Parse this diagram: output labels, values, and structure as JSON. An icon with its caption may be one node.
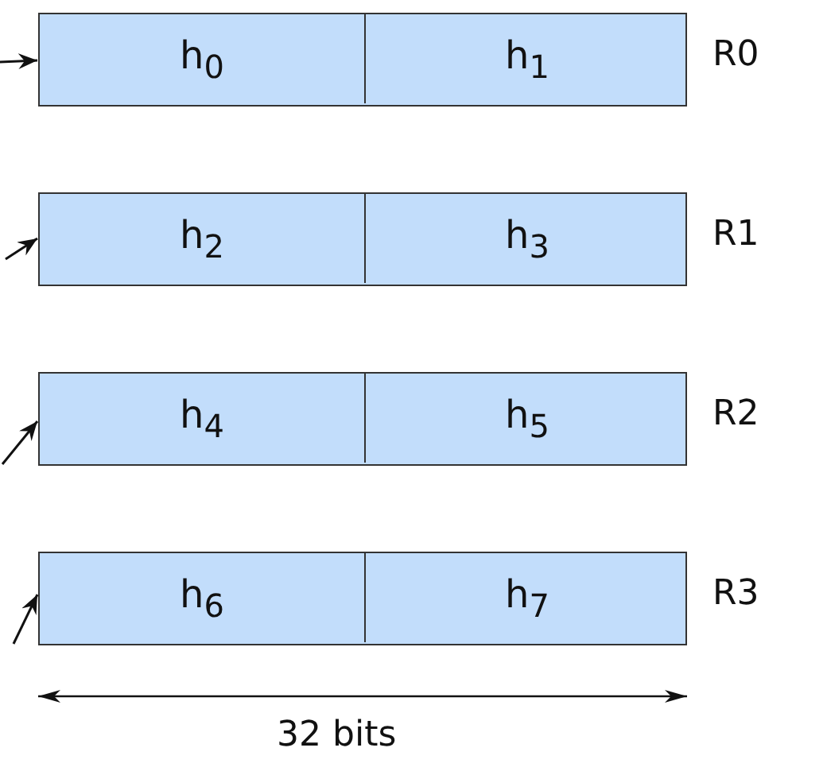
{
  "diagram": {
    "nodes": [
      {
        "text": [],
        "shape": "box",
        "beside": [
          "R0"
        ]
      },
      {
        "text": [
          "h$_{0}$"
        ],
        "in": 0
      },
      {
        "text": [
          "h$_{1}$"
        ],
        "in": 0
      },
      {
        "text": [],
        "shape": "box",
        "beside": [
          "R1"
        ]
      },
      {
        "text": [
          "h$_{2}$"
        ],
        "in": 3
      },
      {
        "text": [
          "h$_{3}$"
        ],
        "in": 3
      },
      {
        "text": [],
        "shape": "box",
        "beside": [
          "R2"
        ]
      },
      {
        "text": [
          "h$_{4}$"
        ],
        "in": 6
      },
      {
        "text": [
          "h$_{5}$"
        ],
        "in": 6
      },
      {
        "text": [],
        "shape": "box",
        "beside": [
          "R3"
        ]
      },
      {
        "text": [
          "h$_{6}$"
        ],
        "in": 9
      },
      {
        "text": [
          "h$_{7}$"
        ],
        "in": 9
      }
    ],
    "edges": [
      {
        "from": null,
        "to": 0,
        "arrow": "to"
      },
      {
        "from": null,
        "to": 3,
        "arrow": "to"
      },
      {
        "from": null,
        "to": 6,
        "arrow": "to"
      },
      {
        "from": null,
        "to": 9,
        "arrow": "to"
      }
    ],
    "labels": [
      "32 bits"
    ]
  }
}
